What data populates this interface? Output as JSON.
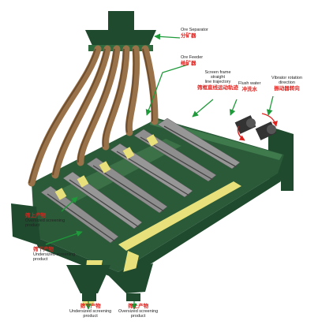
{
  "colors": {
    "frame": "#1f4a2e",
    "frame_light": "#2f6b3f",
    "pipe": "#9a7249",
    "pipe_dark": "#6e4e2e",
    "screen": "#8e8e8e",
    "undersize_flow": "#e8e07a",
    "arrow_green": "#1e9a3a",
    "label_red": "#e0201c"
  },
  "labels": {
    "ore_separator": {
      "en": "Ore Separator",
      "zh": "分矿器"
    },
    "ore_feeder": {
      "en": "Ore Feeder",
      "zh": "给矿器"
    },
    "screen_trajectory": {
      "en_lines": [
        "Screen frame",
        "straight",
        "line trajectory"
      ],
      "zh": "筛框直线运动轨迹"
    },
    "flush_water": {
      "en": "Flush water",
      "zh": "冲洗水"
    },
    "vibrator_rotation": {
      "en_lines": [
        "Vibrator rotation",
        "direction"
      ],
      "zh": "振动器转向"
    },
    "oversized_left": {
      "zh": "筛上产物",
      "en_lines": [
        "Oversized screening",
        "product"
      ]
    },
    "undersized_left": {
      "zh": "筛下产物",
      "en_lines": [
        "Undersized screening",
        "product"
      ]
    },
    "undersized_bottom": {
      "zh": "筛下产物",
      "en_lines": [
        "Undersized screening",
        "product"
      ]
    },
    "oversized_bottom": {
      "zh": "筛上产物",
      "en_lines": [
        "Oversized screening",
        "product"
      ]
    }
  },
  "icons": {
    "vibrator": "vibrator-motor-icon",
    "rotation": "rotation-arrow-icon",
    "flow": "flow-arrow-icon"
  }
}
